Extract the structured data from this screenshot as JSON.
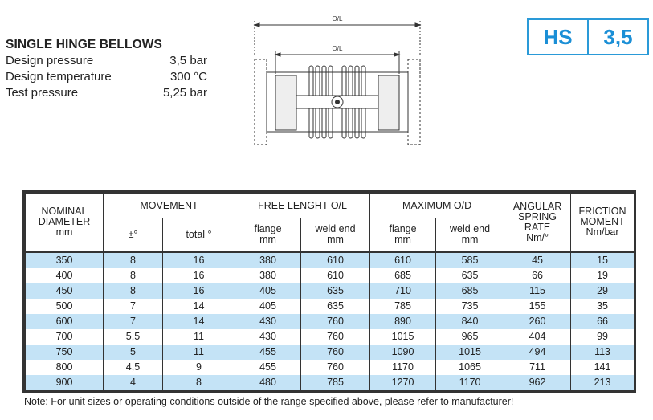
{
  "specs": {
    "title": "SINGLE HINGE BELLOWS",
    "rows": [
      {
        "label": "Design pressure",
        "value": "3,5 bar"
      },
      {
        "label": "Design temperature",
        "value": "300 °C"
      },
      {
        "label": "Test pressure",
        "value": "5,25 bar"
      }
    ]
  },
  "badge": {
    "code": "HS",
    "rating": "3,5"
  },
  "drawing": {
    "outer_label": "O/L",
    "inner_label": "O/L"
  },
  "table": {
    "headers": {
      "nominal": [
        "NOMINAL",
        "DIAMETER",
        "mm"
      ],
      "movement": "MOVEMENT",
      "movement_pm": "±°",
      "movement_total": "total °",
      "free_length": "FREE LENGHT O/L",
      "free_flange": [
        "flange",
        "mm"
      ],
      "free_weld": [
        "weld end",
        "mm"
      ],
      "max_od": "MAXIMUM O/D",
      "max_flange": [
        "flange",
        "mm"
      ],
      "max_weld": [
        "weld end",
        "mm"
      ],
      "angular": [
        "ANGULAR",
        "SPRING",
        "RATE",
        "Nm/°"
      ],
      "friction": [
        "FRICTION",
        "MOMENT",
        "Nm/bar"
      ]
    },
    "rows": [
      [
        "350",
        "8",
        "16",
        "380",
        "610",
        "610",
        "585",
        "45",
        "15"
      ],
      [
        "400",
        "8",
        "16",
        "380",
        "610",
        "685",
        "635",
        "66",
        "19"
      ],
      [
        "450",
        "8",
        "16",
        "405",
        "635",
        "710",
        "685",
        "115",
        "29"
      ],
      [
        "500",
        "7",
        "14",
        "405",
        "635",
        "785",
        "735",
        "155",
        "35"
      ],
      [
        "600",
        "7",
        "14",
        "430",
        "760",
        "890",
        "840",
        "260",
        "66"
      ],
      [
        "700",
        "5,5",
        "11",
        "430",
        "760",
        "1015",
        "965",
        "404",
        "99"
      ],
      [
        "750",
        "5",
        "11",
        "455",
        "760",
        "1090",
        "1015",
        "494",
        "113"
      ],
      [
        "800",
        "4,5",
        "9",
        "455",
        "760",
        "1170",
        "1065",
        "711",
        "141"
      ],
      [
        "900",
        "4",
        "8",
        "480",
        "785",
        "1270",
        "1170",
        "962",
        "213"
      ]
    ]
  },
  "note": "Note: For unit sizes or operating conditions outside of the range specified above, please refer to manufacturer!"
}
